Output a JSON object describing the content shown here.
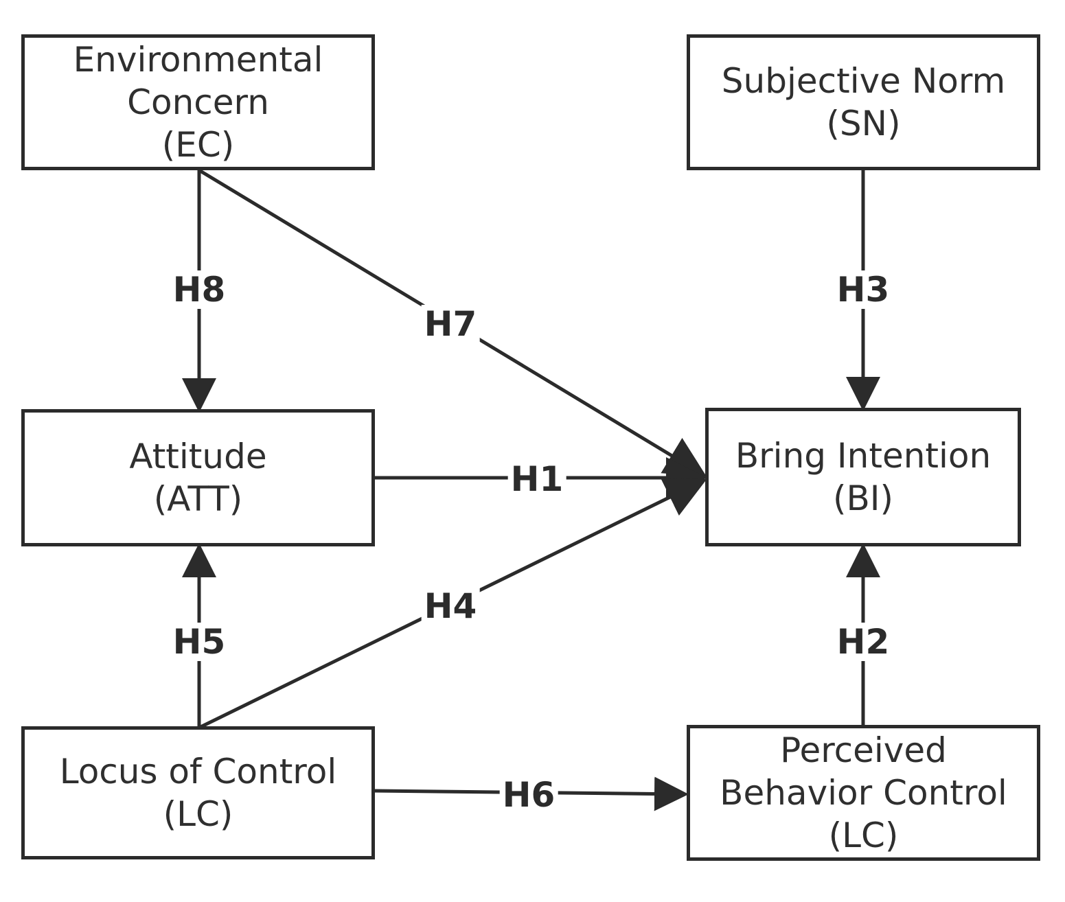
{
  "nodes": {
    "ec": {
      "line1": "Environmental",
      "line2": "Concern",
      "line3": "(EC)"
    },
    "sn": {
      "line1": "Subjective Norm",
      "line2": "(SN)"
    },
    "att": {
      "line1": "Attitude",
      "line2": "(ATT)"
    },
    "bi": {
      "line1": "Bring Intention",
      "line2": "(BI)"
    },
    "lc": {
      "line1": "Locus of Control",
      "line2": "(LC)"
    },
    "pbc": {
      "line1": "Perceived",
      "line2": "Behavior Control",
      "line3": "(LC)"
    }
  },
  "edges": {
    "h1": {
      "label": "H1",
      "from": "Attitude",
      "to": "Bring Intention"
    },
    "h2": {
      "label": "H2",
      "from": "Perceived Behavior Control",
      "to": "Bring Intention"
    },
    "h3": {
      "label": "H3",
      "from": "Subjective Norm",
      "to": "Bring Intention"
    },
    "h4": {
      "label": "H4",
      "from": "Locus of Control",
      "to": "Bring Intention"
    },
    "h5": {
      "label": "H5",
      "from": "Locus of Control",
      "to": "Attitude"
    },
    "h6": {
      "label": "H6",
      "from": "Locus of Control",
      "to": "Perceived Behavior Control"
    },
    "h7": {
      "label": "H7",
      "from": "Environmental Concern",
      "to": "Bring Intention"
    },
    "h8": {
      "label": "H8",
      "from": "Environmental Concern",
      "to": "Attitude"
    }
  },
  "colors": {
    "stroke": "#2b2b2b",
    "text": "#2f2f2f",
    "background": "#ffffff"
  }
}
